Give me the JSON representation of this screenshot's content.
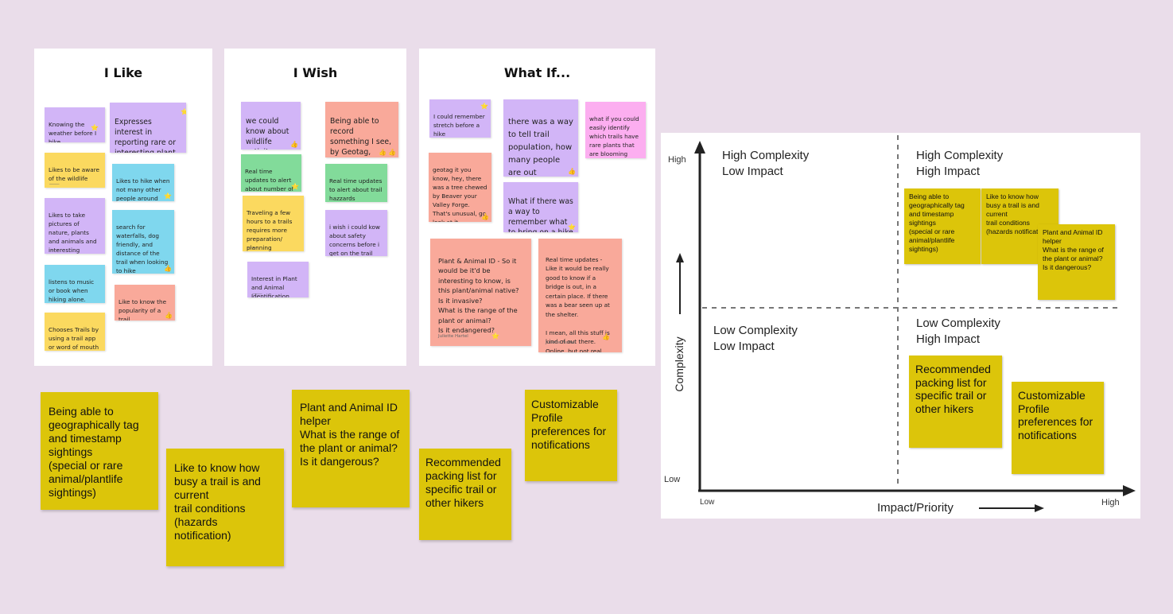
{
  "boards": [
    {
      "title": "I Like",
      "notes": [
        {
          "text": "Knowing the weather before I hike",
          "color": "#d2b5f7",
          "reacts": [
            "⭐"
          ]
        },
        {
          "text": "Expresses interest in reporting rare or interesting plant and animal sightings.",
          "color": "#d2b5f7",
          "reacts": [
            "⭐"
          ]
        },
        {
          "text": "Likes to be aware of the wildlife",
          "color": "#fbd95f",
          "reacts": []
        },
        {
          "text": "Likes to hike when not many other people around",
          "color": "#7fd7ee",
          "reacts": [
            "⭐"
          ]
        },
        {
          "text": "Likes to take pictures of nature, plants and animals and interesting opbjects",
          "color": "#d2b5f7",
          "reacts": []
        },
        {
          "text": "search for waterfalls, dog friendly, and distance of the trail when looking to hike",
          "color": "#7fd7ee",
          "reacts": [
            "👍"
          ]
        },
        {
          "text": "listens to music or book when hiking alone.",
          "color": "#7fd7ee",
          "reacts": []
        },
        {
          "text": "Like to know the popularity of a trail",
          "color": "#f9a99a",
          "reacts": [
            "👍"
          ]
        },
        {
          "text": "Chooses Trails by using a trail app or word of mouth",
          "color": "#fbd95f",
          "reacts": []
        }
      ]
    },
    {
      "title": "I Wish",
      "notes": [
        {
          "text": "we could know about wildlife activity",
          "color": "#d2b5f7",
          "reacts": [
            "👍"
          ]
        },
        {
          "text": "Being able to record something I see, by Geotag, timestamp will be helpful",
          "color": "#f9a99a",
          "reacts": [
            "👍",
            "👍"
          ]
        },
        {
          "text": "Real time updates to alert about number of people on trail",
          "color": "#82db9a",
          "reacts": [
            "⭐"
          ]
        },
        {
          "text": "Real time updates to alert about trail hazzards",
          "color": "#82db9a",
          "reacts": []
        },
        {
          "text": "Traveling a few hours to a trails requires more preparation/ planning",
          "color": "#fbd95f",
          "reacts": []
        },
        {
          "text": "i wish i could kow about safety concerns before i get on the trail",
          "color": "#d2b5f7",
          "reacts": []
        },
        {
          "text": "Interest in Plant and Animal Identification",
          "color": "#d2b5f7",
          "reacts": []
        }
      ]
    },
    {
      "title": "What If...",
      "notes": [
        {
          "text": "I could remember stretch before a hike",
          "color": "#d2b5f7",
          "reacts": [
            "⭐"
          ]
        },
        {
          "text": "there was a way to tell trail population, how many people are out",
          "color": "#d2b5f7",
          "reacts": [
            "👍"
          ]
        },
        {
          "text": "what if you could easily identify which trails have rare plants that are blooming",
          "color": "#fcaef0",
          "reacts": []
        },
        {
          "text": "geotag it you know, hey, there was a tree chewed by Beaver your Valley Forge. That's unusual, go look at it.",
          "color": "#f9a99a",
          "reacts": [
            "👍"
          ]
        },
        {
          "text": "What if there was a way to remember what to bring on a hike",
          "color": "#d2b5f7",
          "reacts": [
            "⭐"
          ]
        },
        {
          "text": "Plant & Animal ID - So it would be it'd be interesting to know, is this plant/animal native?\nIs it invasive?\nWhat is the range of the plant or animal?\nIs it endangered?",
          "color": "#f9a99a",
          "signature": "Juliette Hartel",
          "reacts": [
            "⭐"
          ]
        },
        {
          "text": "Real time updates -\nLike it would be really good to know if a bridge is out, in a certain place. If there was a bear seen up at the shelter.\n\nI mean, all this stuff is kind of out there. Online, but not real time.",
          "color": "#f9a99a",
          "signature": "Juliette Hartel",
          "reacts": [
            "👍"
          ]
        }
      ]
    }
  ],
  "synth_notes": [
    {
      "text": "Being able to geographically tag and timestamp sightings\n(special or rare animal/plantlife sightings)"
    },
    {
      "text": "Like to know how busy a trail is and current\ntrail conditions (hazards notification)"
    },
    {
      "text": "Plant and Animal ID helper\nWhat is the range of the plant or animal?\nIs it dangerous?"
    },
    {
      "text": "Recommended packing list for specific trail or other hikers"
    },
    {
      "text": "Customizable Profile preferences for notifications"
    }
  ],
  "matrix": {
    "y_axis": {
      "label": "Complexity",
      "high": "High",
      "low": "Low"
    },
    "x_axis": {
      "label": "Impact/Priority",
      "low": "Low",
      "high": "High"
    },
    "quadrants": {
      "tl": "High Complexity\nLow Impact",
      "tr": "High Complexity\nHigh Impact",
      "bl": "Low Complexity\nLow Impact",
      "br": "Low Complexity\nHigh Impact"
    },
    "notes": [
      {
        "text": "Being able to geographically tag and timestamp sightings\n(special or rare animal/plantlife sightings)"
      },
      {
        "text": "Like to know how busy a trail is and current\ntrail conditions\n(hazards notification)"
      },
      {
        "text": "Plant and Animal ID helper\nWhat is the range of the plant or animal?\nIs it dangerous?"
      },
      {
        "text": "Recommended packing list for specific trail or other hikers"
      },
      {
        "text": "Customizable Profile preferences for notifications"
      }
    ]
  },
  "colors": {
    "synth_note": "#dcc50a",
    "background": "#eaddea"
  }
}
